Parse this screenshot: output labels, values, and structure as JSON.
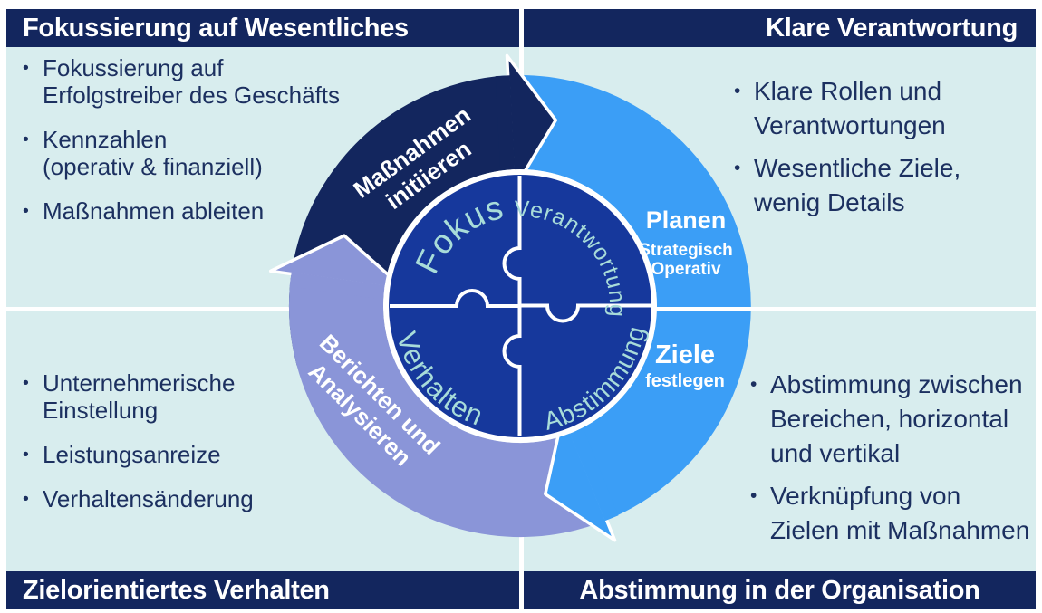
{
  "quadrants": {
    "top_left": {
      "title": "Fokussierung auf Wesentliches",
      "bullets": [
        [
          "Fokussierung auf",
          "Erfolgstreiber des Geschäfts"
        ],
        [
          "Kennzahlen",
          "(operativ & finanziell)"
        ],
        [
          "Maßnahmen ableiten"
        ]
      ]
    },
    "top_right": {
      "title": "Klare Verantwortung",
      "bullets": [
        [
          "Klare Rollen und",
          "Verantwortungen"
        ],
        [
          "Wesentliche Ziele,",
          "wenig Details"
        ]
      ]
    },
    "bottom_left": {
      "title": "Zielorientiertes Verhalten",
      "bullets": [
        [
          "Unternehmerische",
          "Einstellung"
        ],
        [
          "Leistungsanreize"
        ],
        [
          "Verhaltensänderung"
        ]
      ]
    },
    "bottom_right": {
      "title": "Abstimmung in der Organisation",
      "bullets": [
        [
          "Abstimmung zwischen",
          "Bereichen, horizontal",
          "und vertikal"
        ],
        [
          "Verknüpfung von",
          "Zielen mit Maßnahmen"
        ]
      ]
    }
  },
  "cycle": {
    "arrow_top": {
      "line1": "Maßnahmen",
      "line2": "initiieren"
    },
    "arrow_bottom": {
      "line1": "Berichten und",
      "line2": "Analysieren"
    },
    "right_top": {
      "title": "Planen",
      "sub1": "Strategisch",
      "sub2": "Operativ"
    },
    "right_bottom": {
      "title": "Ziele",
      "sub1": "festlegen"
    },
    "puzzle": {
      "top_left": "Fokus",
      "top_right": "Verantwortung",
      "bottom_left": "Verhalten",
      "bottom_right": "Abstimmung"
    }
  },
  "colors": {
    "navy": "#13265E",
    "circle-blue": "#16389C",
    "arrow-blue": "#3B9EF6",
    "peri": "#8A95D8",
    "teal": "#A8DCD9",
    "quad": "#D8EDEE",
    "txt": "#1C3060"
  }
}
